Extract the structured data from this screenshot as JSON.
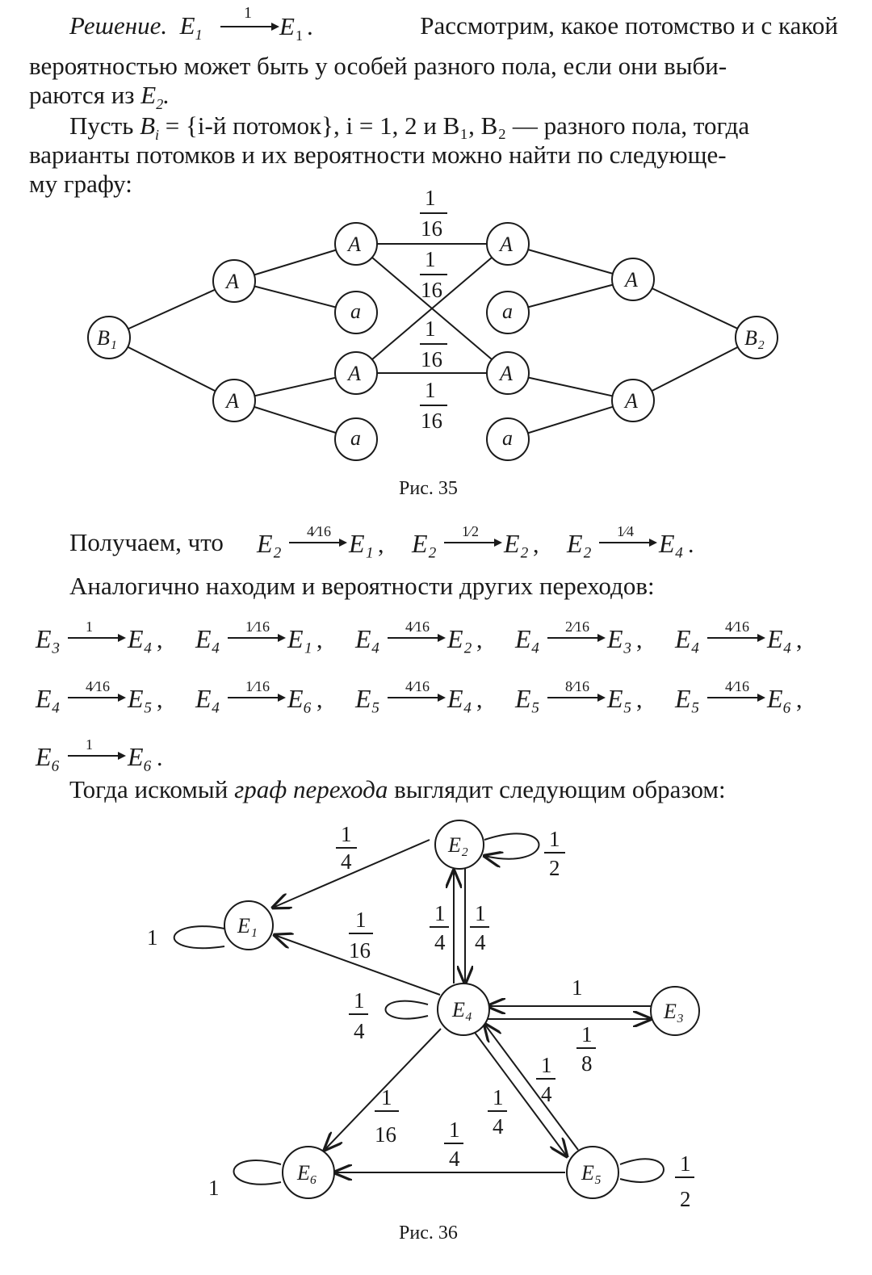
{
  "intro": {
    "solution_label": "Решение.",
    "first_transition_text": "Рассмотрим, какое потомство и с какой",
    "line2": "вероятностью может быть у особей разного пола, если они выби-",
    "line3": "раются из",
    "line4_start": "Пусть",
    "line4_rest": "= {i-й потомок}, i = 1, 2 и B₁, B₂ — разного пола, тогда",
    "line5": "варианты потомков и их вероятности можно найти по следующе-",
    "line6": "му графу:"
  },
  "figure35": {
    "caption": "Рис. 35",
    "edge_label_num": "1",
    "edge_label_den": "16",
    "nodes": {
      "b1": "B₁",
      "b2": "B₂",
      "A": "A",
      "a": "a"
    }
  },
  "results": {
    "prefix": "Получаем, что",
    "line_analog": "Аналогично находим и вероятности других переходов:",
    "line_graph_prefix": "Тогда искомый",
    "line_graph_italic": "граф перехода",
    "line_graph_suffix": "выглядит следующим образом:"
  },
  "transitions_row0": [
    {
      "from": "E₂",
      "p": "4⁄16",
      "to": "E₁",
      "sep": ","
    },
    {
      "from": "E₂",
      "p": "1⁄2",
      "to": "E₂",
      "sep": ","
    },
    {
      "from": "E₂",
      "p": "1⁄4",
      "to": "E₄",
      "sep": "."
    }
  ],
  "transitions_row1": [
    {
      "from": "E₃",
      "p": "1",
      "to": "E₄",
      "sep": ","
    },
    {
      "from": "E₄",
      "p": "1⁄16",
      "to": "E₁",
      "sep": ","
    },
    {
      "from": "E₄",
      "p": "4⁄16",
      "to": "E₂",
      "sep": ","
    },
    {
      "from": "E₄",
      "p": "2⁄16",
      "to": "E₃",
      "sep": ","
    },
    {
      "from": "E₄",
      "p": "4⁄16",
      "to": "E₄",
      "sep": ","
    }
  ],
  "transitions_row2": [
    {
      "from": "E₄",
      "p": "4⁄16",
      "to": "E₅",
      "sep": ","
    },
    {
      "from": "E₄",
      "p": "1⁄16",
      "to": "E₆",
      "sep": ","
    },
    {
      "from": "E₅",
      "p": "4⁄16",
      "to": "E₄",
      "sep": ","
    },
    {
      "from": "E₅",
      "p": "8⁄16",
      "to": "E₅",
      "sep": ","
    },
    {
      "from": "E₅",
      "p": "4⁄16",
      "to": "E₆",
      "sep": ","
    }
  ],
  "transitions_row3": [
    {
      "from": "E₆",
      "p": "1",
      "to": "E₆",
      "sep": "."
    }
  ],
  "figure36": {
    "caption": "Рис. 36",
    "nodes": {
      "e1": "E₁",
      "e2": "E₂",
      "e3": "E₃",
      "e4": "E₄",
      "e5": "E₅",
      "e6": "E₆"
    },
    "labels": {
      "loop_e1": "1",
      "loop_e6": "1",
      "one": "1",
      "two": "2",
      "four": "4",
      "eight": "8",
      "sixteen": "16"
    }
  }
}
